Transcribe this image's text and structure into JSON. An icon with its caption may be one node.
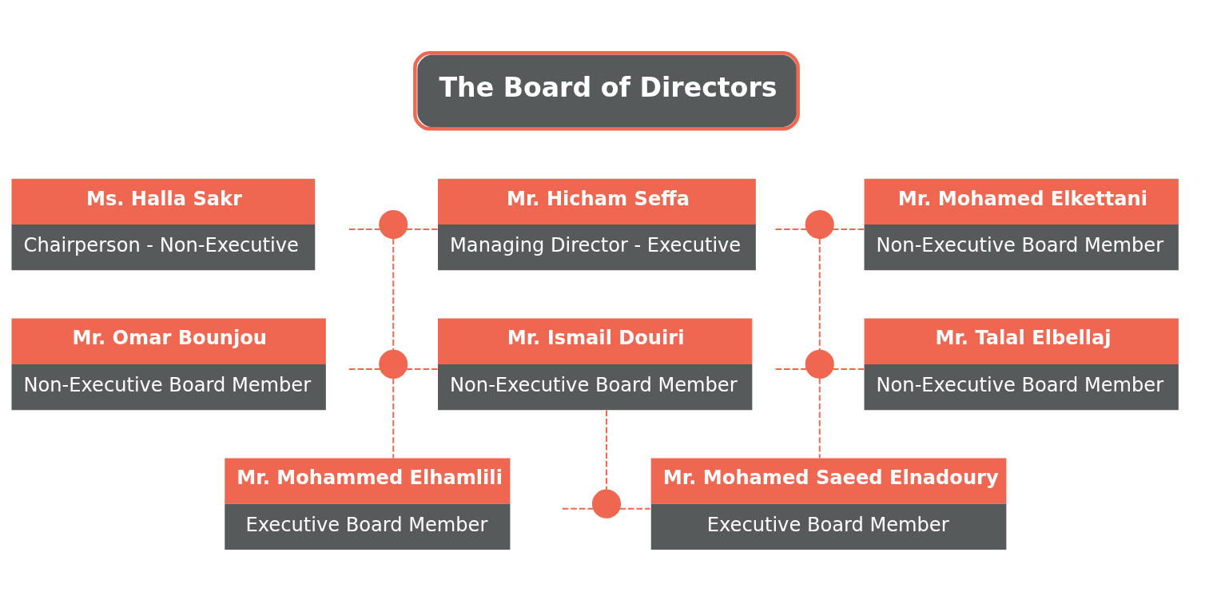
{
  "diagram": {
    "nodes": [
      {
        "text": [
          "The Board of Directors"
        ]
      },
      {
        "text": [
          "Ms. Halla Sakr",
          "Chairperson - Non-Executive"
        ]
      },
      {
        "text": [
          "Mr. Hicham Seffa",
          "Managing Director - Executive"
        ]
      },
      {
        "text": [
          "Mr. Mohamed Elkettani",
          "Non-Executive Board Member"
        ]
      },
      {
        "text": [
          "Mr. Omar Bounjou",
          "Non-Executive Board Member"
        ]
      },
      {
        "text": [
          "Mr. Ismail Douiri",
          "Non-Executive Board Member"
        ]
      },
      {
        "text": [
          "Mr. Talal Elbellaj",
          "Non-Executive Board Member"
        ]
      },
      {
        "text": [
          "Mr. Mohammed Elhamlili",
          "Executive Board Member"
        ]
      },
      {
        "text": [
          "Mr. Mohamed Saeed Elnadoury",
          "Executive Board Member"
        ]
      },
      {
        "text": [],
        "shape": "circle"
      },
      {
        "text": [],
        "shape": "circle"
      },
      {
        "text": [],
        "shape": "circle"
      },
      {
        "text": [],
        "shape": "circle"
      },
      {
        "text": [],
        "shape": "circle"
      }
    ],
    "edges": [
      {
        "from": 1,
        "to": 9,
        "arrow": "none",
        "style": "dashed"
      },
      {
        "from": 9,
        "to": 2,
        "arrow": "none",
        "style": "dashed"
      },
      {
        "from": 2,
        "to": 10,
        "arrow": "none",
        "style": "dashed"
      },
      {
        "from": 10,
        "to": 3,
        "arrow": "none",
        "style": "dashed"
      },
      {
        "from": 9,
        "to": 11,
        "arrow": "none",
        "style": "dashed"
      },
      {
        "from": 10,
        "to": 12,
        "arrow": "none",
        "style": "dashed"
      },
      {
        "from": 4,
        "to": 11,
        "arrow": "none",
        "style": "dashed"
      },
      {
        "from": 11,
        "to": 5,
        "arrow": "none",
        "style": "dashed"
      },
      {
        "from": 5,
        "to": 12,
        "arrow": "none",
        "style": "dashed"
      },
      {
        "from": 12,
        "to": 6,
        "arrow": "none",
        "style": "dashed"
      },
      {
        "from": 11,
        "to": 7,
        "arrow": "none",
        "style": "dashed"
      },
      {
        "from": 5,
        "to": 13,
        "arrow": "none",
        "style": "dashed"
      },
      {
        "from": 12,
        "to": 8,
        "arrow": "none",
        "style": "dashed"
      },
      {
        "from": 7,
        "to": 13,
        "arrow": "none",
        "style": "dashed"
      },
      {
        "from": 13,
        "to": 8,
        "arrow": "none",
        "style": "dashed"
      }
    ]
  }
}
